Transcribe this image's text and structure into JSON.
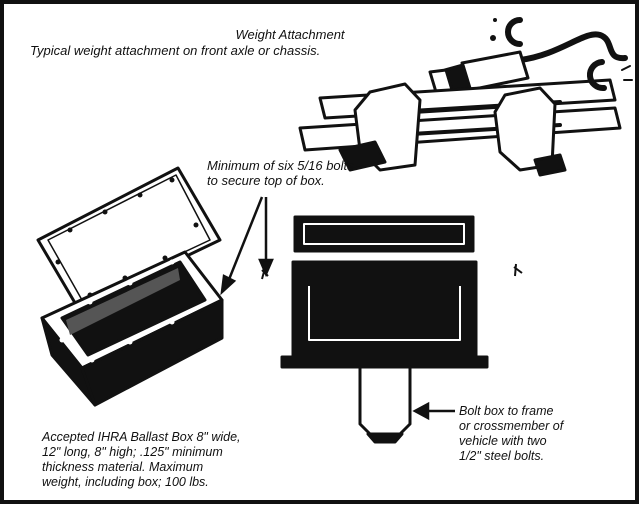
{
  "header": {
    "title": "Weight Attachment",
    "subtitle": "Typical weight attachment on front axle or chassis."
  },
  "callouts": {
    "bolts_note": "Minimum of six 5/16 bolts\nto secure top of box.",
    "bolt_box_note": "Bolt box to frame\nor crossmember of\nvehicle with two\n1/2\" steel bolts.",
    "ballast_spec": "Accepted IHRA Ballast Box 8\" wide,\n12\" long, 8\" high; .125\" minimum\nthickness material. Maximum\nweight, including box; 100 lbs."
  },
  "colors": {
    "ink": "#111111",
    "box_fill": "#1a1a1a",
    "inner_shadow": "#555555",
    "paper": "#ffffff"
  },
  "icons": [
    "axle-clamp-illustration",
    "ballast-box-open-illustration",
    "ballast-box-cross-section",
    "arrow-icon"
  ]
}
